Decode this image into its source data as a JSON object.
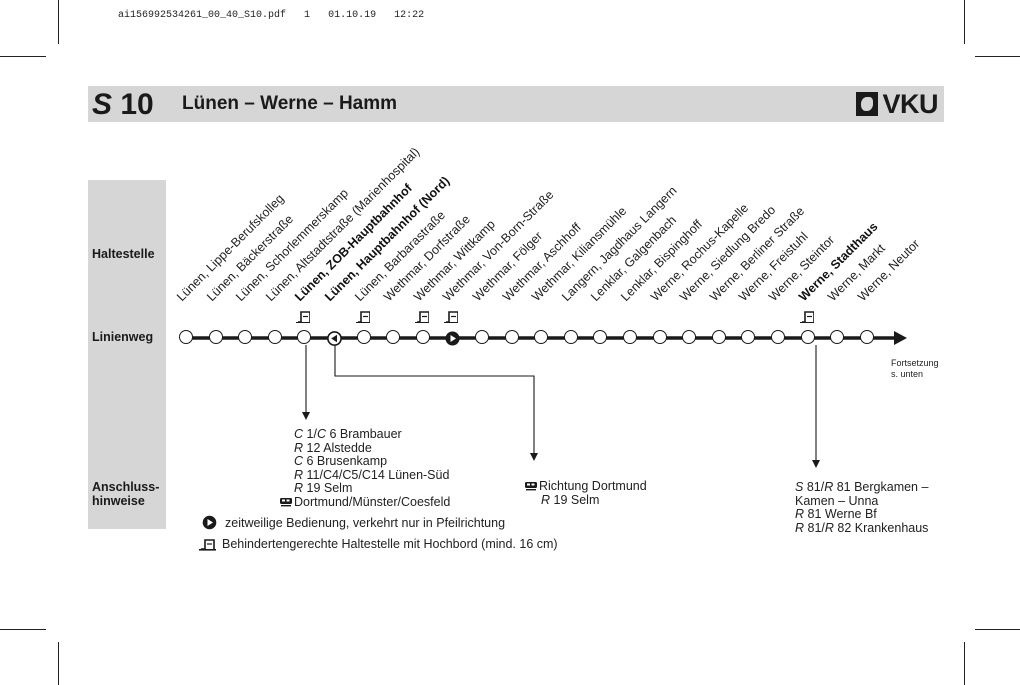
{
  "slug": {
    "file": "ai156992534261_00_40_S10.pdf",
    "page": "1",
    "date": "01.10.19",
    "time": "12:22"
  },
  "header": {
    "line_prefix": "S",
    "line_number": "10",
    "route": "Lünen – Werne – Hamm",
    "logo_text": "VKU",
    "logo_icon": "horse-logo-icon",
    "bg_color": "#d6d6d6"
  },
  "labels": {
    "haltestelle": "Haltestelle",
    "linienweg": "Linienweg",
    "anschluss": [
      "Anschluss-",
      "hinweise"
    ]
  },
  "stops": [
    {
      "name": "Lünen, Lippe-Berufskolleg",
      "bold": false,
      "accessible": false,
      "symbol": "circle"
    },
    {
      "name": "Lünen, Bäckerstraße",
      "bold": false,
      "accessible": false,
      "symbol": "circle"
    },
    {
      "name": "Lünen, Schorlemmerskamp",
      "bold": false,
      "accessible": false,
      "symbol": "circle"
    },
    {
      "name": "Lünen, Altstadtstraße (Marienhospital)",
      "bold": false,
      "accessible": false,
      "symbol": "circle"
    },
    {
      "name": "Lünen, ZOB-Hauptbahnhof",
      "bold": true,
      "accessible": true,
      "symbol": "circle"
    },
    {
      "name": "Lünen, Hauptbahnhof (Nord)",
      "bold": true,
      "accessible": false,
      "symbol": "arrow-left"
    },
    {
      "name": "Lünen, Barbarastraße",
      "bold": false,
      "accessible": true,
      "symbol": "circle"
    },
    {
      "name": "Wethmar, Dorfstraße",
      "bold": false,
      "accessible": false,
      "symbol": "circle"
    },
    {
      "name": "Wethmar, Wittkamp",
      "bold": false,
      "accessible": true,
      "symbol": "circle"
    },
    {
      "name": "Wethmar, Von-Born-Straße",
      "bold": false,
      "accessible": true,
      "symbol": "arrow-right"
    },
    {
      "name": "Wethmar, Fölger",
      "bold": false,
      "accessible": false,
      "symbol": "circle"
    },
    {
      "name": "Wethmar, Aschhoff",
      "bold": false,
      "accessible": false,
      "symbol": "circle"
    },
    {
      "name": "Wethmar, Kiliansmühle",
      "bold": false,
      "accessible": false,
      "symbol": "circle"
    },
    {
      "name": "Langern, Jagdhaus Langern",
      "bold": false,
      "accessible": false,
      "symbol": "circle"
    },
    {
      "name": "Lenklar, Galgenbach",
      "bold": false,
      "accessible": false,
      "symbol": "circle"
    },
    {
      "name": "Lenklar, Bispinghoff",
      "bold": false,
      "accessible": false,
      "symbol": "circle"
    },
    {
      "name": "Werne, Rochus-Kapelle",
      "bold": false,
      "accessible": false,
      "symbol": "circle"
    },
    {
      "name": "Werne, Siedlung Bredo",
      "bold": false,
      "accessible": false,
      "symbol": "circle"
    },
    {
      "name": "Werne, Berliner Straße",
      "bold": false,
      "accessible": false,
      "symbol": "circle"
    },
    {
      "name": "Werne, Freistuhl",
      "bold": false,
      "accessible": false,
      "symbol": "circle"
    },
    {
      "name": "Werne, Steintor",
      "bold": false,
      "accessible": false,
      "symbol": "circle"
    },
    {
      "name": "Werne, Stadthaus",
      "bold": true,
      "accessible": true,
      "symbol": "circle"
    },
    {
      "name": "Werne, Markt",
      "bold": false,
      "accessible": false,
      "symbol": "circle"
    },
    {
      "name": "Werne, Neutor",
      "bold": false,
      "accessible": false,
      "symbol": "circle"
    }
  ],
  "continuation": [
    "Fortsetzung",
    "s. unten"
  ],
  "connections": {
    "zob": [
      {
        "italic": "C",
        "text": " 1/",
        "italic2": "C",
        "text2": " 6 Brambauer"
      },
      {
        "italic": "R",
        "text": " 12 Alstedde"
      },
      {
        "italic": "C",
        "text": " 6 Brusenkamp"
      },
      {
        "italic": "R",
        "text": " 11/C4/C5/C14 Lünen-Süd"
      },
      {
        "italic": "R",
        "text": " 19 Selm"
      },
      {
        "icon": "train-icon",
        "text": "Dortmund/Münster/Coesfeld"
      }
    ],
    "hbf_nord": [
      {
        "icon": "train-icon",
        "text": "Richtung Dortmund"
      },
      {
        "italic": "R",
        "text": " 19 Selm",
        "indent": true
      }
    ],
    "stadthaus": [
      {
        "italic": "S",
        "text": " 81/",
        "italic2": "R",
        "text2": " 81 Bergkamen –"
      },
      {
        "text": "Kamen – Unna"
      },
      {
        "italic": "R",
        "text": " 81 Werne Bf"
      },
      {
        "italic": "R",
        "text": " 81/",
        "italic2": "R",
        "text2": " 82 Krankenhaus"
      }
    ]
  },
  "legend": {
    "partial_service": "zeitweilige Bedienung, verkehrt nur in Pfeilrichtung",
    "accessible": "Behindertengerechte Haltestelle mit Hochbord (mind. 16 cm)"
  }
}
